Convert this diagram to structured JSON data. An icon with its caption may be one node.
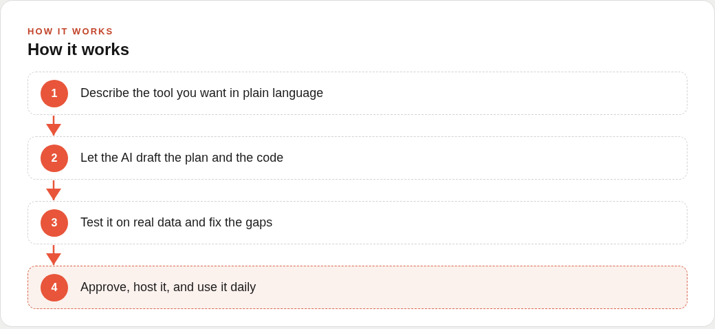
{
  "diagram": {
    "title": "How it works",
    "nodes": [
      {
        "text": [
          "Describe the tool you want in plain language"
        ]
      },
      {
        "text": [
          "1"
        ],
        "in": 0
      },
      {
        "text": [
          "Let the AI draft the plan and the code"
        ]
      },
      {
        "text": [
          "2"
        ],
        "in": 2
      },
      {
        "text": [
          "Test it on real data and fix the gaps"
        ]
      },
      {
        "text": [
          "3"
        ],
        "in": 4
      },
      {
        "text": [
          "Approve, host it, and use it daily"
        ]
      },
      {
        "text": [
          "4"
        ],
        "in": 6
      }
    ],
    "edges": [
      {
        "from": 0,
        "to": 2,
        "arrow": "to"
      },
      {
        "from": 2,
        "to": 4,
        "arrow": "to"
      },
      {
        "from": 4,
        "to": 6,
        "arrow": "to"
      }
    ],
    "labels": [
      "HOW IT WORKS"
    ]
  }
}
